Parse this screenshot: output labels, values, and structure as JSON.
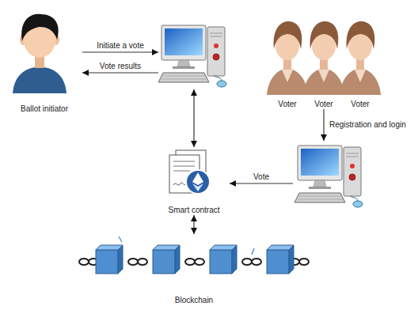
{
  "diagram": {
    "nodes": [
      {
        "text": [
          "Ballot initiator"
        ]
      },
      {
        "text": []
      },
      {
        "text": [
          "Voter"
        ]
      },
      {
        "text": [
          "Voter"
        ]
      },
      {
        "text": [
          "Voter"
        ]
      },
      {
        "text": [
          "Smart contract"
        ]
      },
      {
        "text": []
      },
      {
        "text": [
          "Blockchain"
        ]
      }
    ],
    "edges": [
      {
        "from": 0,
        "to": 1,
        "label": "Initiate a vote",
        "arrow": "to"
      },
      {
        "from": 1,
        "to": 0,
        "label": "Vote results",
        "arrow": "to"
      },
      {
        "from": 1,
        "to": 5,
        "arrow": "both"
      },
      {
        "from": 3,
        "to": 6,
        "label": "Registration and login",
        "arrow": "to"
      },
      {
        "from": 6,
        "to": 5,
        "label": "Vote",
        "arrow": "to"
      },
      {
        "from": 5,
        "to": 7,
        "arrow": "both"
      }
    ]
  }
}
